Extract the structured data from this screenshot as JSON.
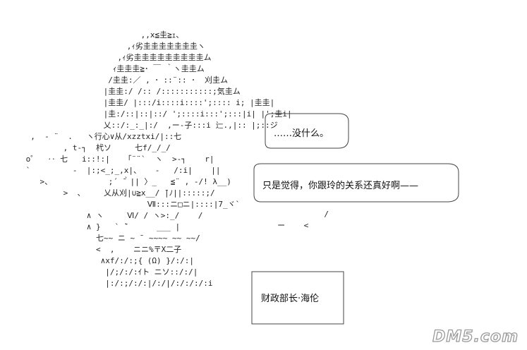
{
  "dialogue": {
    "line1": "……没什么。",
    "line2": "只是觉得，你跟玲的关系还真好啊——",
    "caption": "财政部长·海伦"
  },
  "watermark": {
    "logo_text": "DM5.com"
  },
  "colors": {
    "ink": "#222222",
    "background": "#ffffff"
  }
}
